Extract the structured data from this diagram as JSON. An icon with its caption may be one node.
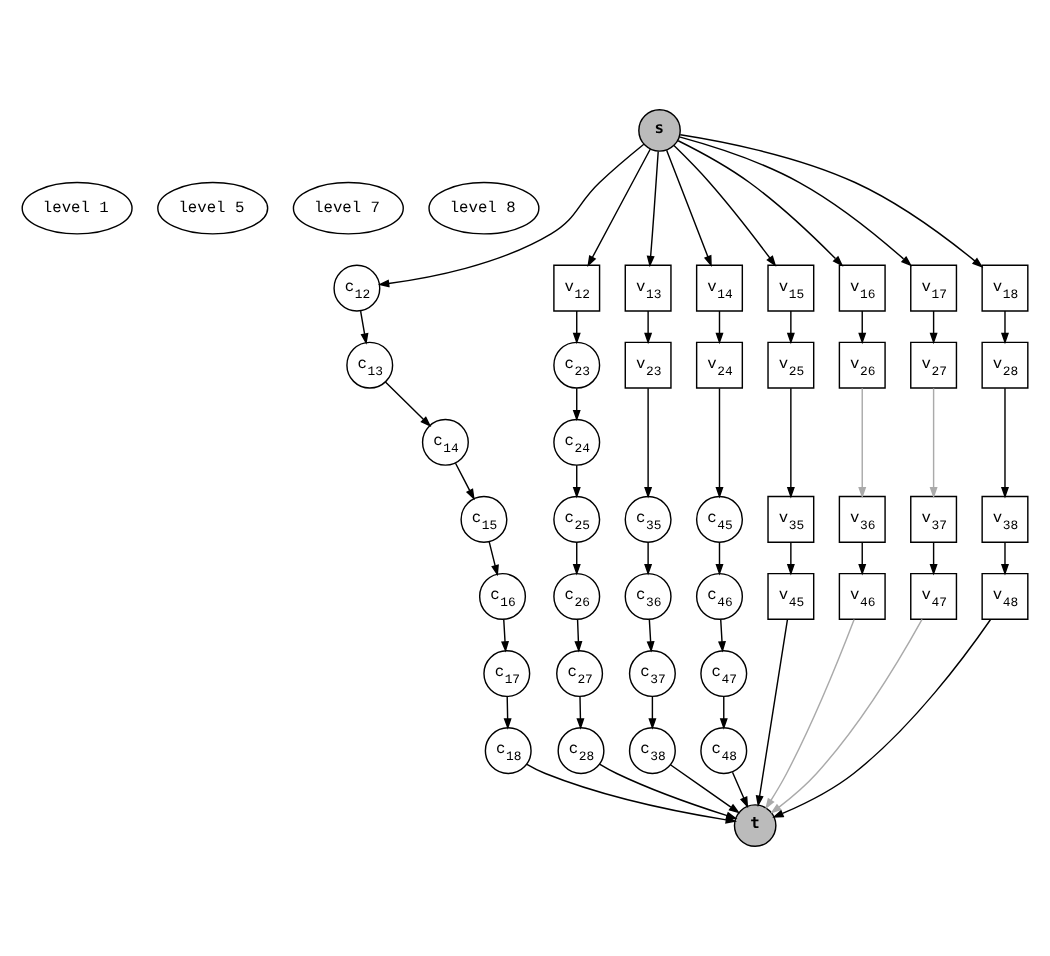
{
  "diagram": {
    "nodes": [
      {
        "text": [
          "s"
        ]
      },
      {
        "text": [
          "level 1"
        ]
      },
      {
        "text": [
          "level 5"
        ]
      },
      {
        "text": [
          "level 7"
        ]
      },
      {
        "text": [
          "level 8"
        ]
      },
      {
        "text": [
          "c$_{12}$"
        ]
      },
      {
        "text": [
          "v$_{12}$"
        ]
      },
      {
        "text": [
          "v$_{13}$"
        ]
      },
      {
        "text": [
          "v$_{14}$"
        ]
      },
      {
        "text": [
          "v$_{15}$"
        ]
      },
      {
        "text": [
          "v$_{16}$"
        ]
      },
      {
        "text": [
          "v$_{17}$"
        ]
      },
      {
        "text": [
          "v$_{18}$"
        ]
      },
      {
        "text": [
          "c$_{13}$"
        ]
      },
      {
        "text": [
          "c$_{23}$"
        ]
      },
      {
        "text": [
          "v$_{23}$"
        ]
      },
      {
        "text": [
          "v$_{24}$"
        ]
      },
      {
        "text": [
          "v$_{25}$"
        ]
      },
      {
        "text": [
          "v$_{26}$"
        ]
      },
      {
        "text": [
          "v$_{27}$"
        ]
      },
      {
        "text": [
          "v$_{28}$"
        ]
      },
      {
        "text": [
          "c$_{14}$"
        ]
      },
      {
        "text": [
          "c$_{24}$"
        ]
      },
      {
        "text": [
          "c$_{15}$"
        ]
      },
      {
        "text": [
          "c$_{25}$"
        ]
      },
      {
        "text": [
          "c$_{35}$"
        ]
      },
      {
        "text": [
          "c$_{45}$"
        ]
      },
      {
        "text": [
          "v$_{35}$"
        ]
      },
      {
        "text": [
          "v$_{36}$"
        ]
      },
      {
        "text": [
          "v$_{37}$"
        ]
      },
      {
        "text": [
          "v$_{38}$"
        ]
      },
      {
        "text": [
          "c$_{16}$"
        ]
      },
      {
        "text": [
          "c$_{26}$"
        ]
      },
      {
        "text": [
          "c$_{36}$"
        ]
      },
      {
        "text": [
          "c$_{46}$"
        ]
      },
      {
        "text": [
          "v$_{45}$"
        ]
      },
      {
        "text": [
          "v$_{46}$"
        ]
      },
      {
        "text": [
          "v$_{47}$"
        ]
      },
      {
        "text": [
          "v$_{48}$"
        ]
      },
      {
        "text": [
          "c$_{17}$"
        ]
      },
      {
        "text": [
          "c$_{27}$"
        ]
      },
      {
        "text": [
          "c$_{37}$"
        ]
      },
      {
        "text": [
          "c$_{47}$"
        ]
      },
      {
        "text": [
          "c$_{18}$"
        ]
      },
      {
        "text": [
          "c$_{28}$"
        ]
      },
      {
        "text": [
          "c$_{38}$"
        ]
      },
      {
        "text": [
          "c$_{48}$"
        ]
      },
      {
        "text": [
          "t"
        ]
      }
    ],
    "edges": [
      {
        "from": 0,
        "to": 5,
        "arrow": "to"
      },
      {
        "from": 0,
        "to": 6,
        "arrow": "to"
      },
      {
        "from": 0,
        "to": 7,
        "arrow": "to"
      },
      {
        "from": 0,
        "to": 8,
        "arrow": "to"
      },
      {
        "from": 0,
        "to": 9,
        "arrow": "to"
      },
      {
        "from": 0,
        "to": 10,
        "arrow": "to"
      },
      {
        "from": 0,
        "to": 11,
        "arrow": "to"
      },
      {
        "from": 0,
        "to": 12,
        "arrow": "to"
      },
      {
        "from": 5,
        "to": 13,
        "arrow": "to"
      },
      {
        "from": 13,
        "to": 21,
        "arrow": "to"
      },
      {
        "from": 21,
        "to": 23,
        "arrow": "to"
      },
      {
        "from": 23,
        "to": 31,
        "arrow": "to"
      },
      {
        "from": 31,
        "to": 39,
        "arrow": "to"
      },
      {
        "from": 39,
        "to": 43,
        "arrow": "to"
      },
      {
        "from": 6,
        "to": 14,
        "arrow": "to"
      },
      {
        "from": 14,
        "to": 22,
        "arrow": "to"
      },
      {
        "from": 22,
        "to": 24,
        "arrow": "to"
      },
      {
        "from": 24,
        "to": 32,
        "arrow": "to"
      },
      {
        "from": 32,
        "to": 40,
        "arrow": "to"
      },
      {
        "from": 40,
        "to": 44,
        "arrow": "to"
      },
      {
        "from": 7,
        "to": 15,
        "arrow": "to"
      },
      {
        "from": 15,
        "to": 25,
        "arrow": "to"
      },
      {
        "from": 25,
        "to": 33,
        "arrow": "to"
      },
      {
        "from": 33,
        "to": 41,
        "arrow": "to"
      },
      {
        "from": 41,
        "to": 45,
        "arrow": "to"
      },
      {
        "from": 8,
        "to": 16,
        "arrow": "to"
      },
      {
        "from": 16,
        "to": 26,
        "arrow": "to"
      },
      {
        "from": 26,
        "to": 34,
        "arrow": "to"
      },
      {
        "from": 34,
        "to": 42,
        "arrow": "to"
      },
      {
        "from": 42,
        "to": 46,
        "arrow": "to"
      },
      {
        "from": 9,
        "to": 17,
        "arrow": "to"
      },
      {
        "from": 17,
        "to": 27,
        "arrow": "to"
      },
      {
        "from": 27,
        "to": 35,
        "arrow": "to"
      },
      {
        "from": 10,
        "to": 18,
        "arrow": "to"
      },
      {
        "from": 18,
        "to": 28,
        "arrow": "to",
        "color": "#aaaaaa"
      },
      {
        "from": 28,
        "to": 36,
        "arrow": "to"
      },
      {
        "from": 11,
        "to": 19,
        "arrow": "to"
      },
      {
        "from": 19,
        "to": 29,
        "arrow": "to",
        "color": "#aaaaaa"
      },
      {
        "from": 29,
        "to": 37,
        "arrow": "to"
      },
      {
        "from": 12,
        "to": 20,
        "arrow": "to"
      },
      {
        "from": 20,
        "to": 30,
        "arrow": "to"
      },
      {
        "from": 30,
        "to": 38,
        "arrow": "to"
      },
      {
        "from": 43,
        "to": 47,
        "arrow": "to"
      },
      {
        "from": 44,
        "to": 47,
        "arrow": "to"
      },
      {
        "from": 45,
        "to": 47,
        "arrow": "to"
      },
      {
        "from": 46,
        "to": 47,
        "arrow": "to"
      },
      {
        "from": 35,
        "to": 47,
        "arrow": "to"
      },
      {
        "from": 36,
        "to": 47,
        "arrow": "to",
        "color": "#aaaaaa"
      },
      {
        "from": 37,
        "to": 47,
        "arrow": "to",
        "color": "#aaaaaa"
      },
      {
        "from": 38,
        "to": 47,
        "arrow": "to"
      }
    ]
  }
}
